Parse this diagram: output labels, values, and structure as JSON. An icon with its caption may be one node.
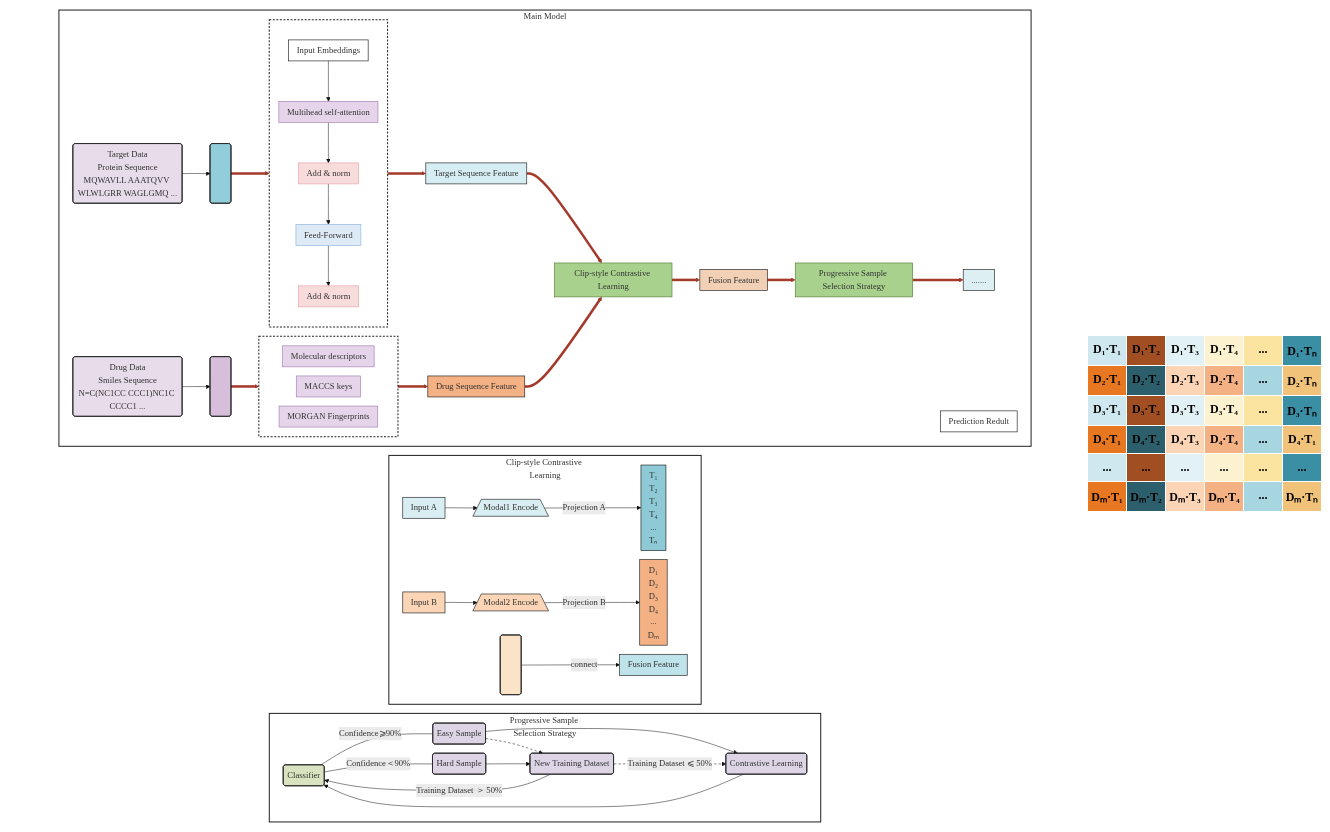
{
  "diagram": {
    "nodes": [
      {
        "text": [
          "Main Model"
        ]
      },
      {
        "text": [
          "Target Data",
          "Protein Sequence",
          "MQWAVLL AAATQVV WLWLGRR WAGLGMQ ..."
        ],
        "in": 0
      },
      {
        "text": [],
        "shape": "box",
        "in": 0
      },
      {
        "text": [],
        "shape": "box",
        "in": 0
      },
      {
        "text": [
          "Input Embeddings"
        ],
        "in": 3
      },
      {
        "text": [
          "Multihead self-attention"
        ],
        "in": 3
      },
      {
        "text": [
          "Add & norm"
        ],
        "in": 3
      },
      {
        "text": [
          "Feed-Forward"
        ],
        "in": 3
      },
      {
        "text": [
          "Add & norm"
        ],
        "in": 3
      },
      {
        "text": [
          "Target Sequence Feature"
        ],
        "in": 0
      },
      {
        "text": [
          "Drug Data",
          "Smiles Sequence",
          "N=C(NC1CC CCC1)NC1C CCCC1 ..."
        ],
        "in": 0
      },
      {
        "text": [],
        "shape": "box",
        "in": 0
      },
      {
        "text": [],
        "shape": "box",
        "in": 0
      },
      {
        "text": [
          "Molecular descriptors"
        ],
        "in": 12
      },
      {
        "text": [
          "MACCS keys"
        ],
        "in": 12
      },
      {
        "text": [
          "MORGAN Fingerprints"
        ],
        "in": 12
      },
      {
        "text": [
          "Drug Sequence Feature"
        ],
        "in": 0
      },
      {
        "text": [
          "Clip-style Contrastive Learning"
        ],
        "in": 0
      },
      {
        "text": [
          "Fusion Feature"
        ],
        "in": 0
      },
      {
        "text": [
          "Progressive Sample Selection Strategy"
        ],
        "in": 0
      },
      {
        "text": [
          "......."
        ],
        "in": 0
      },
      {
        "text": [
          "Prediction Redult"
        ],
        "in": 0
      },
      {
        "text": [
          "Clip-style Contrastive Learning"
        ]
      },
      {
        "text": [
          "Input A"
        ],
        "in": 22
      },
      {
        "text": [
          "Modal1 Encode"
        ],
        "in": 22
      },
      {
        "text": [
          "T₁",
          "T₂",
          "T₃",
          "T₄",
          "...",
          "Tₙ"
        ],
        "in": 22
      },
      {
        "text": [
          "Input B"
        ],
        "in": 22
      },
      {
        "text": [
          "Modal2 Encode"
        ],
        "in": 22
      },
      {
        "text": [
          "D₁",
          "D₂",
          "D₃",
          "D₄",
          "...",
          "Dₘ"
        ],
        "in": 22
      },
      {
        "text": [],
        "shape": "box",
        "in": 22
      },
      {
        "text": [
          "Fusion Feature"
        ],
        "in": 22
      },
      {
        "text": [
          "Progressive Sample Selection Strategy"
        ]
      },
      {
        "text": [
          "Classifier"
        ],
        "in": 31
      },
      {
        "text": [
          "Easy Sample"
        ],
        "in": 31
      },
      {
        "text": [
          "Hard Sample"
        ],
        "in": 31
      },
      {
        "text": [
          "Contrastive Learning"
        ],
        "in": 31
      },
      {
        "text": [
          "New Training Dataset"
        ],
        "in": 31
      }
    ],
    "edges": [
      {
        "from": 1,
        "to": 2,
        "arrow": "to"
      },
      {
        "from": 2,
        "to": 3,
        "arrow": "to",
        "style": "thick",
        "color": "#a33a2a"
      },
      {
        "from": 4,
        "to": 5,
        "arrow": "to"
      },
      {
        "from": 5,
        "to": 6,
        "arrow": "to"
      },
      {
        "from": 6,
        "to": 7,
        "arrow": "to"
      },
      {
        "from": 7,
        "to": 8,
        "arrow": "to"
      },
      {
        "from": 3,
        "to": 9,
        "arrow": "to",
        "style": "thick",
        "color": "#a33a2a"
      },
      {
        "from": 9,
        "to": 17,
        "arrow": "to",
        "style": "thick",
        "color": "#a33a2a"
      },
      {
        "from": 10,
        "to": 11,
        "arrow": "to"
      },
      {
        "from": 11,
        "to": 12,
        "arrow": "to",
        "style": "thick",
        "color": "#a33a2a"
      },
      {
        "from": 12,
        "to": 16,
        "arrow": "to",
        "style": "thick",
        "color": "#a33a2a"
      },
      {
        "from": 16,
        "to": 17,
        "arrow": "to",
        "style": "thick",
        "color": "#a33a2a"
      },
      {
        "from": 17,
        "to": 18,
        "arrow": "to",
        "style": "thick",
        "color": "#a33a2a"
      },
      {
        "from": 18,
        "to": 19,
        "arrow": "to",
        "style": "thick",
        "color": "#a33a2a"
      },
      {
        "from": 19,
        "to": 20,
        "arrow": "to",
        "style": "thick",
        "color": "#a33a2a"
      },
      {
        "from": 23,
        "to": 24,
        "arrow": "to"
      },
      {
        "from": 24,
        "to": 25,
        "label": "Projection A",
        "arrow": "to"
      },
      {
        "from": 26,
        "to": 27,
        "arrow": "to"
      },
      {
        "from": 27,
        "to": 28,
        "label": "Projection B",
        "arrow": "to"
      },
      {
        "from": 29,
        "to": 30,
        "label": "connect",
        "arrow": "to"
      },
      {
        "from": 32,
        "to": 33,
        "label": "Confidence⩾90%",
        "arrow": "none"
      },
      {
        "from": 32,
        "to": 34,
        "label": "Confidence＜90%",
        "arrow": "none"
      },
      {
        "from": 33,
        "to": 35,
        "arrow": "to"
      },
      {
        "from": 33,
        "to": 36,
        "arrow": "to",
        "style": "dashed"
      },
      {
        "from": 34,
        "to": 36,
        "arrow": "to"
      },
      {
        "from": 36,
        "to": 35,
        "label": "Training Dataset ⩽ 50%",
        "arrow": "to",
        "style": "dashed"
      },
      {
        "from": 35,
        "to": 32,
        "arrow": "to"
      },
      {
        "from": 36,
        "to": 32,
        "label": "Training Dataset ＞ 50%",
        "arrow": "to"
      }
    ],
    "labels": [
      "D₁·T₁",
      "D₁·T₂",
      "D₁·T₃",
      "D₁·T₄",
      "...",
      "D₁·Tₙ",
      "D₂·T₁",
      "D₂·T₂",
      "D₂·T₃",
      "D₂·T₄",
      "...",
      "D₂·Tₙ",
      "D₃·T₁",
      "D₃·T₂",
      "D₃·T₃",
      "D₃·T₄",
      "...",
      "D₃·Tₙ",
      "D₄·T₁",
      "D₄·T₂",
      "D₄·T₃",
      "D₄·T₄",
      "...",
      "D₄·T₁",
      "...",
      "...",
      "...",
      "...",
      "...",
      "...",
      "Dₘ·T₁",
      "Dₘ·T₂",
      "Dₘ·T₃",
      "Dₘ·T₄",
      "...",
      "Dₘ·Tₙ"
    ]
  }
}
